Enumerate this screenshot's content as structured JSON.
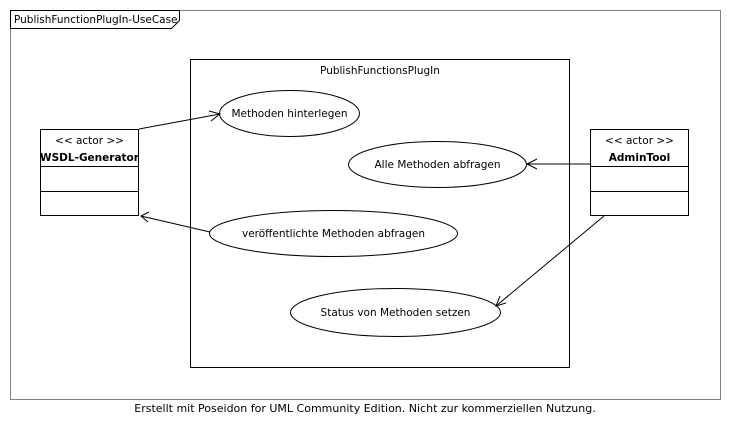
{
  "diagram": {
    "frame_label": "PublishFunctionPlugIn-UseCase",
    "system_name": "PublishFunctionsPlugIn",
    "footer": "Erstellt mit Poseidon for UML Community Edition. Nicht zur kommerziellen Nutzung.",
    "actors": {
      "wsdl": {
        "stereotype": "<< actor >>",
        "name": "WSDL-Generator"
      },
      "admin": {
        "stereotype": "<< actor >>",
        "name": "AdminTool"
      }
    },
    "use_cases": {
      "hinterlegen": "Methoden hinterlegen",
      "abfragen": "Alle Methoden abfragen",
      "veroeffentlichte": "veröffentlichte Methoden abfragen",
      "status": "Status von Methoden setzen"
    }
  }
}
